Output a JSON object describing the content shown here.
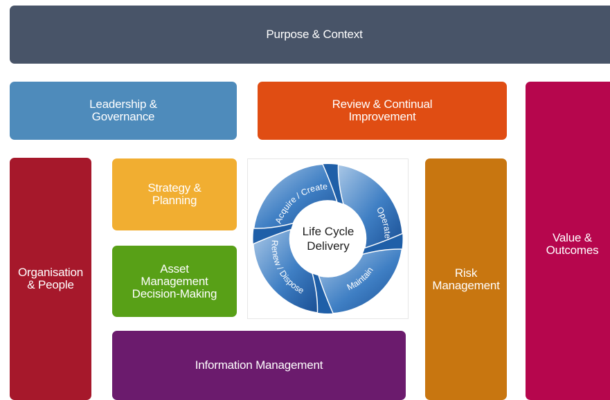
{
  "boxes": {
    "purpose": "Purpose & Context",
    "leadership": "Leadership &\nGovernance",
    "review": "Review & Continual\nImprovement",
    "value": "Value &\nOutcomes",
    "organisation": "Organisation\n& People",
    "strategy": "Strategy &\nPlanning",
    "decision": "Asset\nManagement\nDecision-Making",
    "risk": "Risk\nManagement",
    "info": "Information Management"
  },
  "lifecycle": {
    "center_line1": "Life Cycle",
    "center_line2": "Delivery",
    "stages": [
      "Acquire / Create",
      "Operate",
      "Maintain",
      "Renew / Dispose"
    ]
  },
  "colors": {
    "purpose": "#485468",
    "leadership": "#4e8bbb",
    "review": "#e04d13",
    "value": "#b6064d",
    "organisation": "#a6182b",
    "strategy": "#f1ae31",
    "decision": "#58a017",
    "risk": "#c87610",
    "info": "#6b1b6d",
    "wheel_dark": "#1f5fa8",
    "wheel_light": "#a9c7e6"
  }
}
